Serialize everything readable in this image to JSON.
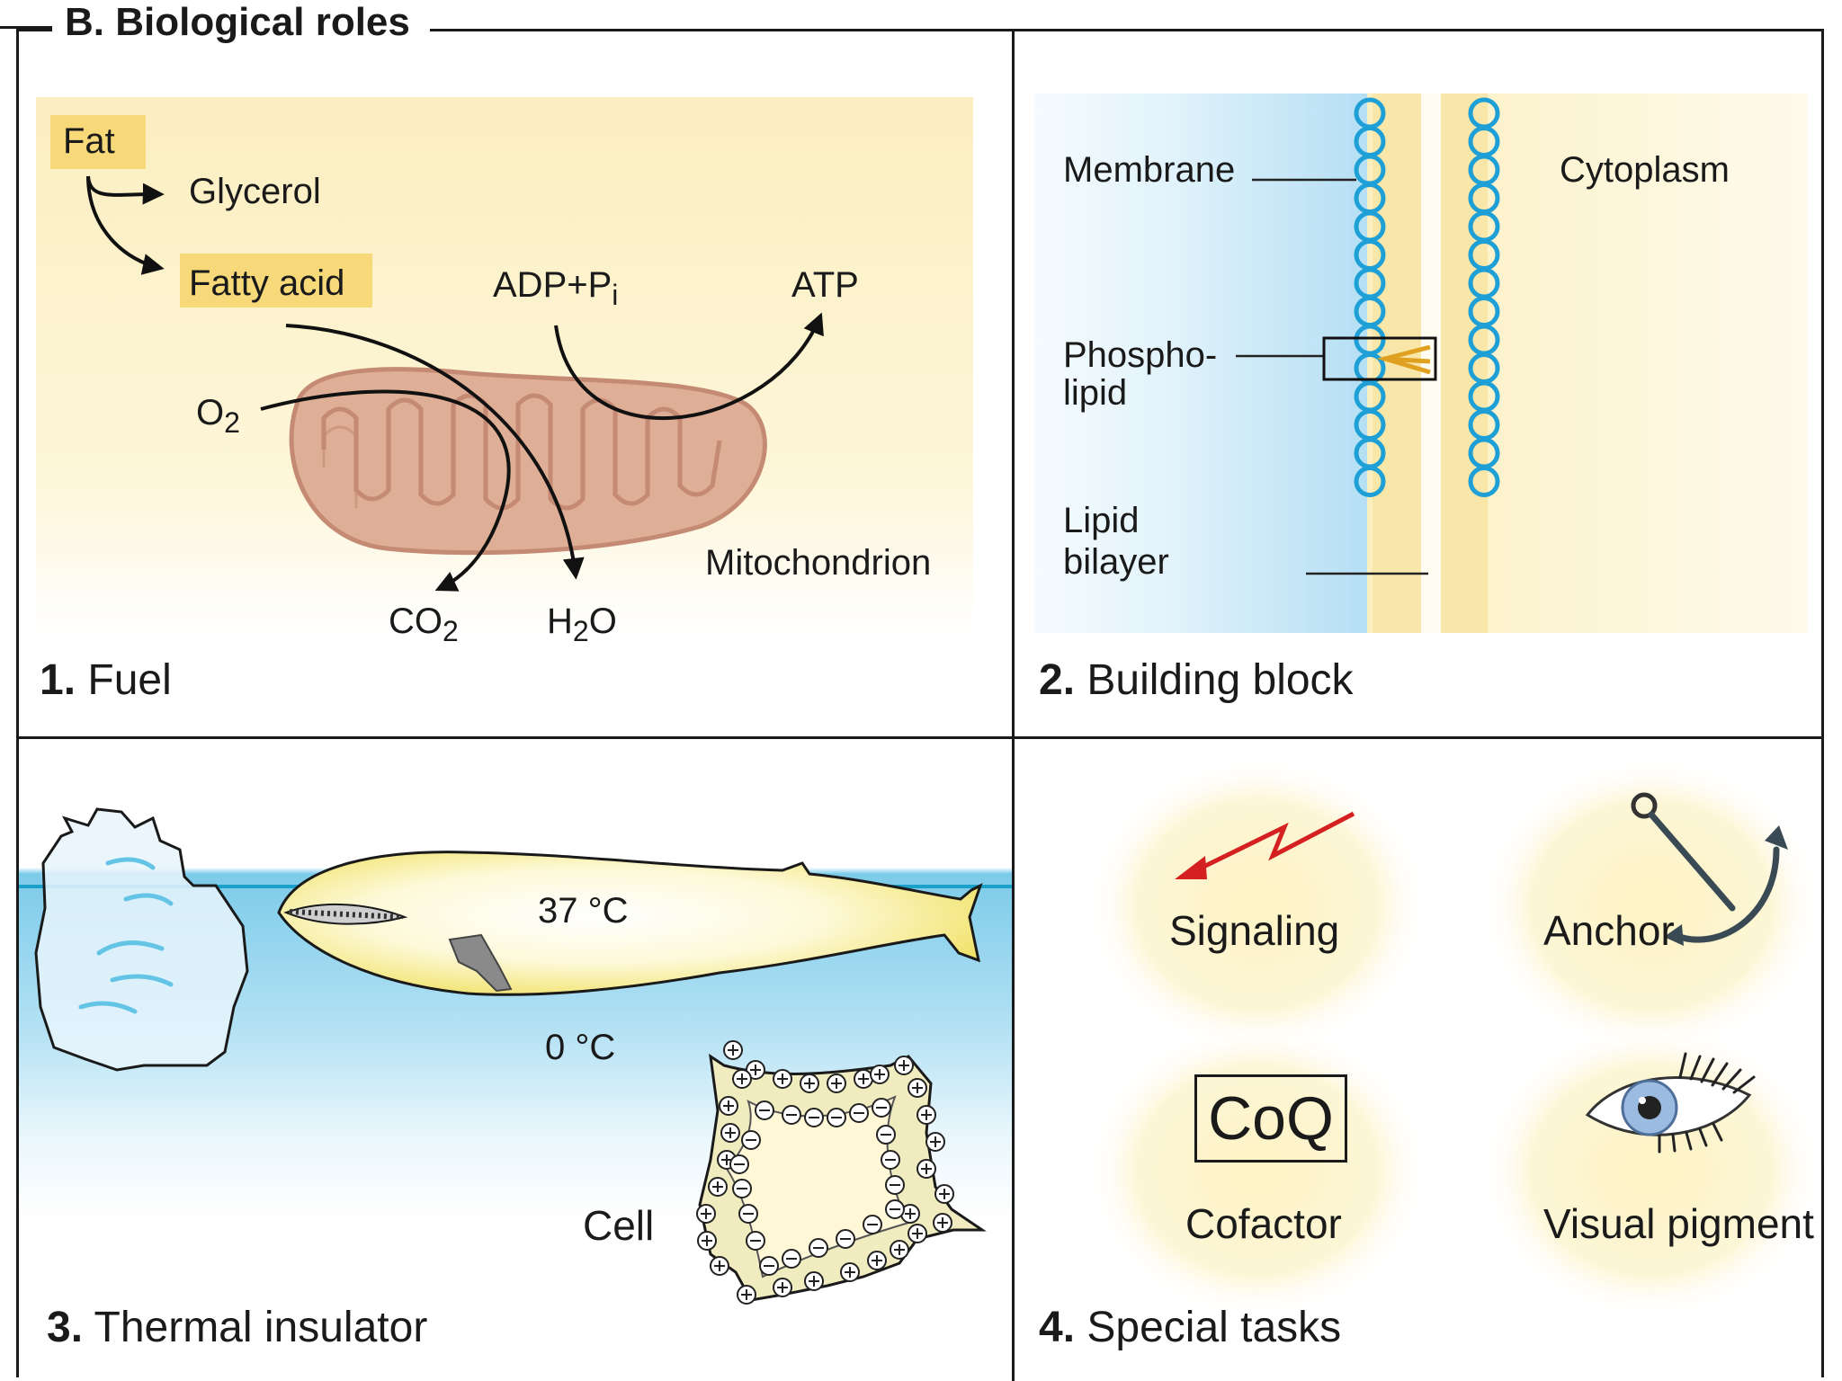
{
  "title": "B. Biological roles",
  "panels": {
    "fuel": {
      "number": "1.",
      "label": "Fuel",
      "fat": "Fat",
      "glycerol": "Glycerol",
      "fatty_acid": "Fatty acid",
      "adp_pi": "ADP+P",
      "adp_pi_sub": "i",
      "atp": "ATP",
      "o2": "O",
      "o2_sub": "2",
      "co2": "CO",
      "co2_sub": "2",
      "h2o_h": "H",
      "h2o_sub": "2",
      "h2o_o": "O",
      "mitochondrion": "Mitochondrion"
    },
    "building_block": {
      "number": "2.",
      "label": "Building block",
      "membrane": "Membrane",
      "cytoplasm": "Cytoplasm",
      "phospholipid_line1": "Phospho-",
      "phospholipid_line2": "lipid",
      "bilayer_line1": "Lipid",
      "bilayer_line2": "bilayer"
    },
    "thermal_insulator": {
      "number": "3.",
      "label": "Thermal insulator",
      "temp_warm": "37 °C",
      "temp_cold": "0 °C",
      "cell": "Cell"
    },
    "special_tasks": {
      "number": "4.",
      "label": "Special tasks",
      "signaling": "Signaling",
      "anchor": "Anchor",
      "coq": "CoQ",
      "cofactor": "Cofactor",
      "visual_pigment": "Visual pigment"
    }
  },
  "colors": {
    "panel_yellow": "#fdf3c4",
    "highlight": "#f7d97a",
    "mito_fill": "#dfae96",
    "mito_stroke": "#c48a73",
    "water": "#7fcbe8",
    "bead": "#1e9fd6",
    "signal": "#d42020"
  },
  "icons": [
    "lightning-arrow-icon",
    "anchor-icon",
    "eye-icon",
    "mitochondrion-icon",
    "whale-icon",
    "iceberg-icon",
    "fat-cell-icon"
  ]
}
